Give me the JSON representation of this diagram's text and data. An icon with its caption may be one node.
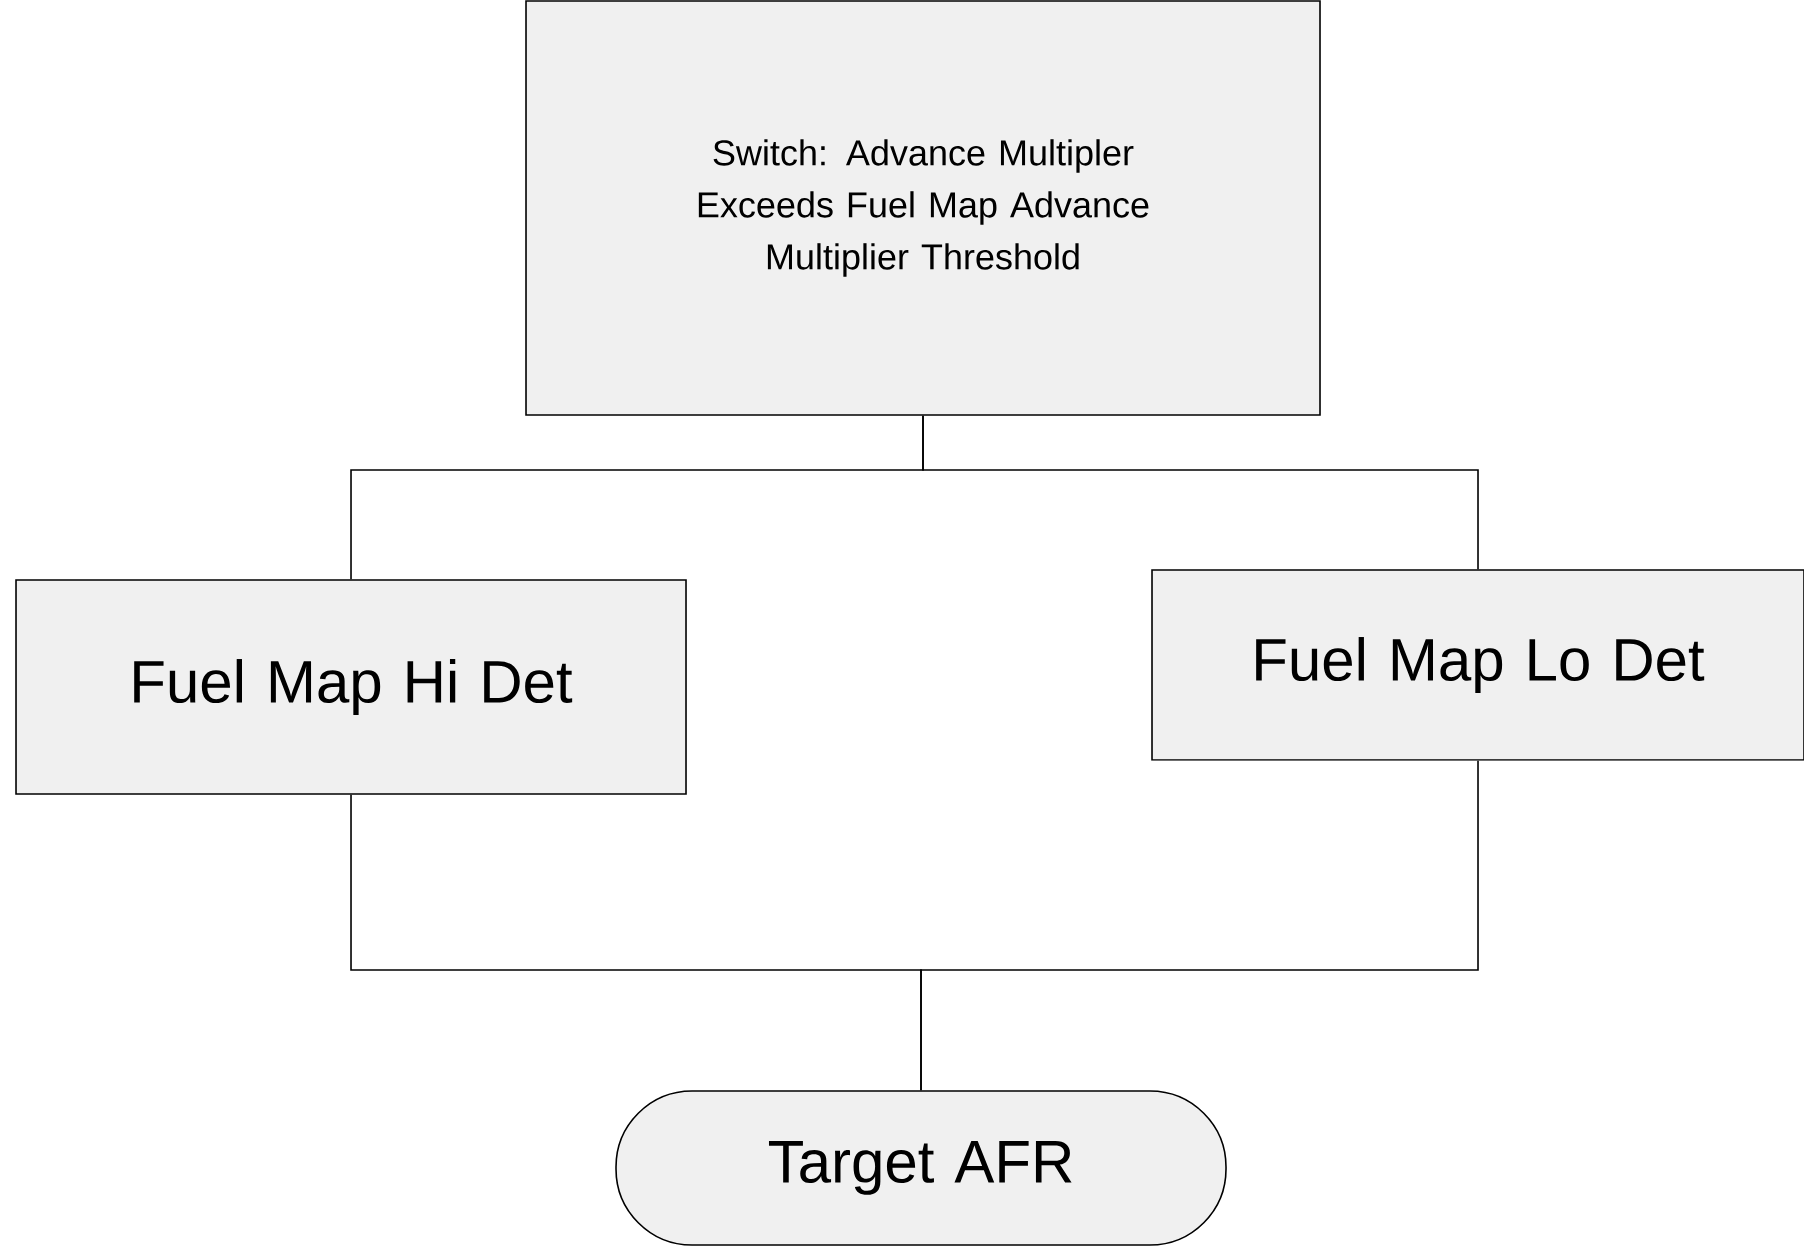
{
  "diagram": {
    "nodes": [
      {
        "text": [
          "Switch: Advance Multipler Exceeds Fuel Map Advance Multiplier Threshold"
        ]
      },
      {
        "text": [
          "Fuel Map Hi Det"
        ]
      },
      {
        "text": [
          "Fuel Map Lo Det"
        ]
      },
      {
        "text": [
          "Target AFR"
        ]
      }
    ],
    "edges": [
      {
        "from": 0,
        "to": 1,
        "arrow": "none"
      },
      {
        "from": 0,
        "to": 2,
        "arrow": "none"
      },
      {
        "from": 1,
        "to": 3,
        "arrow": "none"
      },
      {
        "from": 2,
        "to": 3,
        "arrow": "none"
      }
    ]
  }
}
